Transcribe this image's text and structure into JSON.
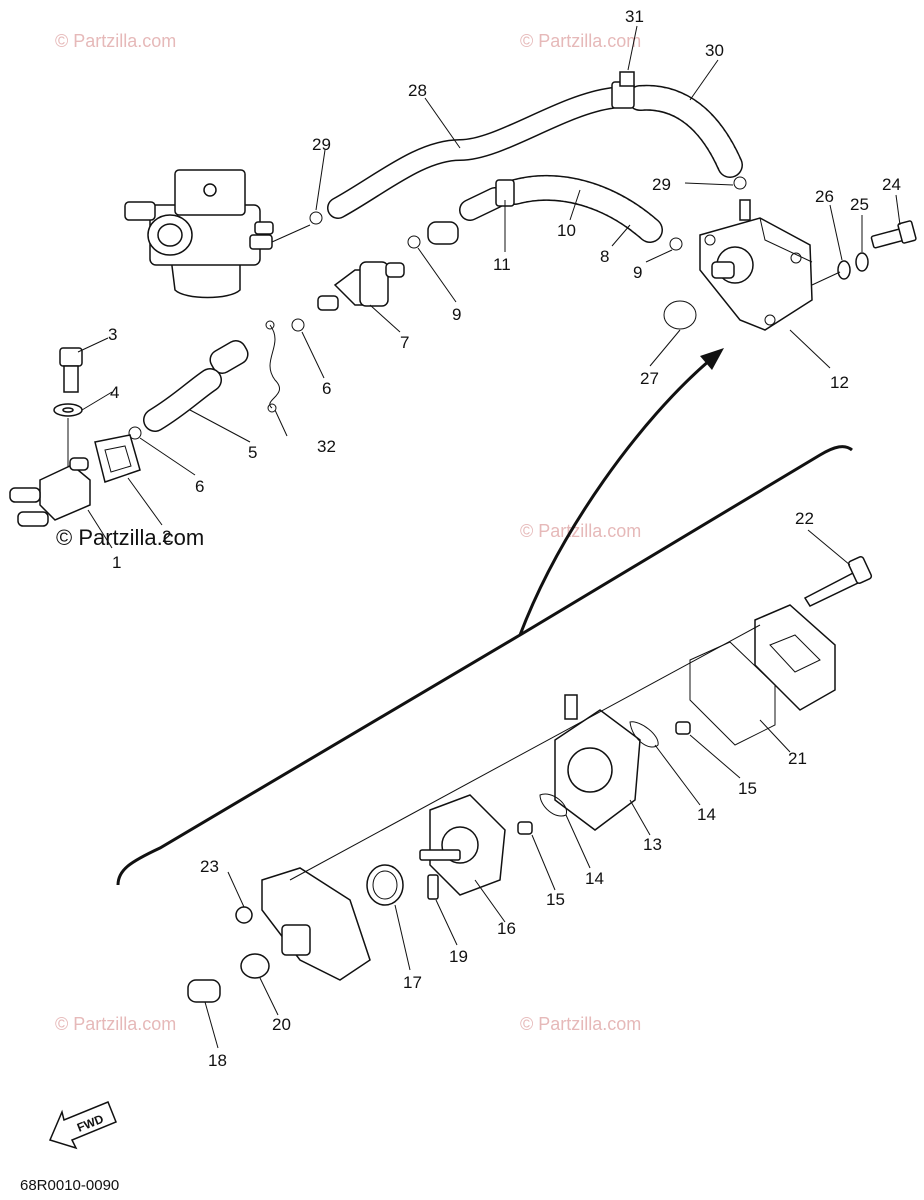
{
  "watermark": "© Partzilla.com",
  "diagram_code": "68R0010-0090",
  "fwd_label": "FWD",
  "callouts": [
    {
      "id": "c1",
      "text": "1"
    },
    {
      "id": "c2",
      "text": "2"
    },
    {
      "id": "c3",
      "text": "3"
    },
    {
      "id": "c4",
      "text": "4"
    },
    {
      "id": "c5",
      "text": "5"
    },
    {
      "id": "c6a",
      "text": "6"
    },
    {
      "id": "c6b",
      "text": "6"
    },
    {
      "id": "c7",
      "text": "7"
    },
    {
      "id": "c8",
      "text": "8"
    },
    {
      "id": "c9a",
      "text": "9"
    },
    {
      "id": "c9b",
      "text": "9"
    },
    {
      "id": "c10",
      "text": "10"
    },
    {
      "id": "c11",
      "text": "11"
    },
    {
      "id": "c12",
      "text": "12"
    },
    {
      "id": "c13",
      "text": "13"
    },
    {
      "id": "c14a",
      "text": "14"
    },
    {
      "id": "c14b",
      "text": "14"
    },
    {
      "id": "c15a",
      "text": "15"
    },
    {
      "id": "c15b",
      "text": "15"
    },
    {
      "id": "c16",
      "text": "16"
    },
    {
      "id": "c17",
      "text": "17"
    },
    {
      "id": "c18",
      "text": "18"
    },
    {
      "id": "c19",
      "text": "19"
    },
    {
      "id": "c20",
      "text": "20"
    },
    {
      "id": "c21",
      "text": "21"
    },
    {
      "id": "c22",
      "text": "22"
    },
    {
      "id": "c23",
      "text": "23"
    },
    {
      "id": "c24",
      "text": "24"
    },
    {
      "id": "c25",
      "text": "25"
    },
    {
      "id": "c26",
      "text": "26"
    },
    {
      "id": "c27",
      "text": "27"
    },
    {
      "id": "c28",
      "text": "28"
    },
    {
      "id": "c29a",
      "text": "29"
    },
    {
      "id": "c29b",
      "text": "29"
    },
    {
      "id": "c30",
      "text": "30"
    },
    {
      "id": "c31",
      "text": "31"
    },
    {
      "id": "c32",
      "text": "32"
    }
  ]
}
